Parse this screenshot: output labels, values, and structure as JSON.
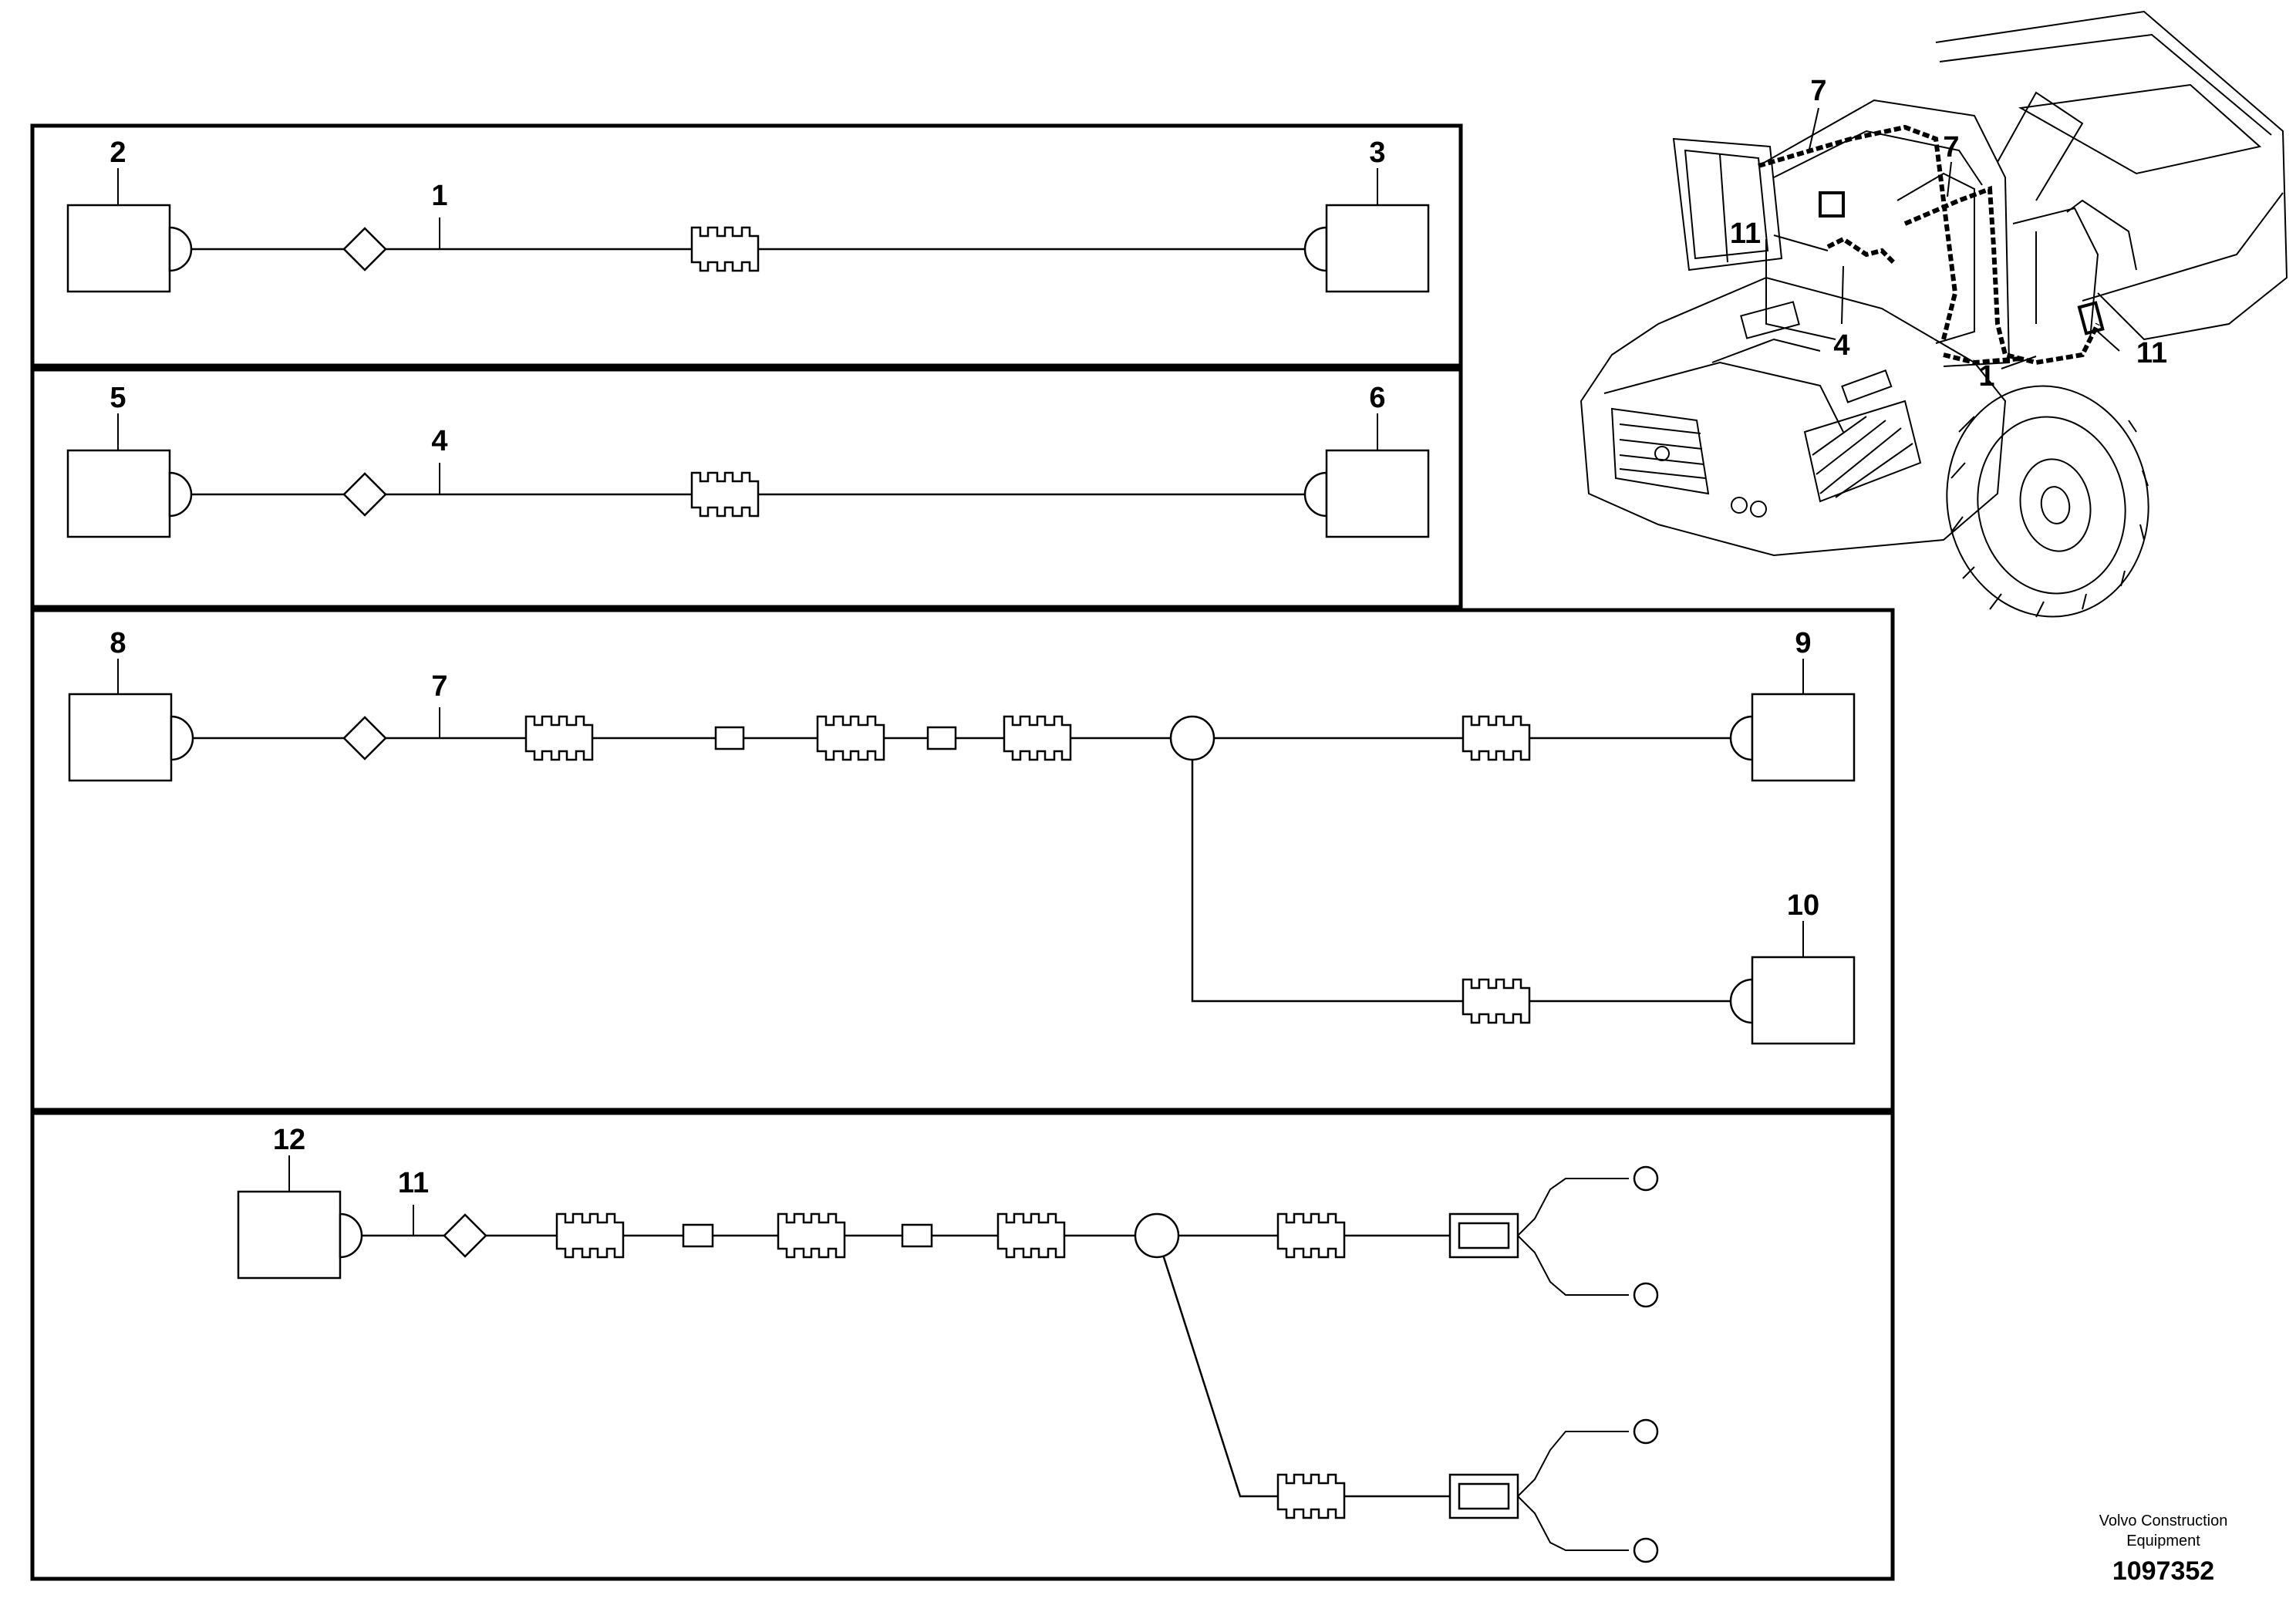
{
  "diagram": {
    "panel_1": {
      "left_component": "2",
      "harness": "1",
      "right_component": "3"
    },
    "panel_2": {
      "left_component": "5",
      "harness": "4",
      "right_component": "6"
    },
    "panel_3": {
      "left_component": "8",
      "harness": "7",
      "upper_component": "9",
      "lower_component": "10"
    },
    "panel_4": {
      "left_component": "12",
      "harness": "11"
    }
  },
  "illustration": {
    "callout_7a": "7",
    "callout_7b": "7",
    "callout_11a": "11",
    "callout_4": "4",
    "callout_1": "1",
    "callout_11b": "11"
  },
  "footer": {
    "company_line_1": "Volvo Construction",
    "company_line_2": "Equipment",
    "document_number": "1097352"
  }
}
